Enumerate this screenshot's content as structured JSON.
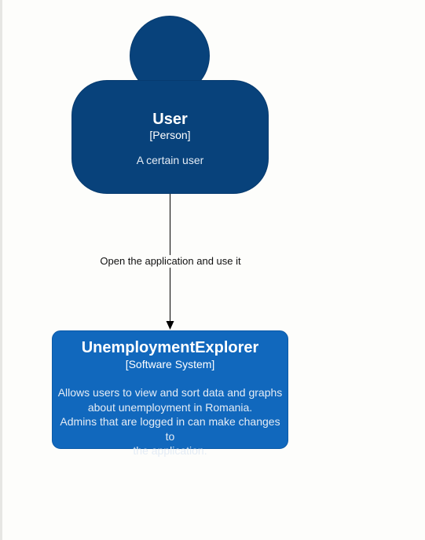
{
  "diagram": {
    "person": {
      "name": "User",
      "type": "[Person]",
      "description": "A certain user"
    },
    "relationship": {
      "label": "Open the application and use it"
    },
    "system": {
      "name": "UnemploymentExplorer",
      "type": "[Software System]",
      "description_lines": [
        "Allows users to view and sort data and graphs",
        "about unemployment in Romania.",
        "Admins that are logged in can make changes to",
        "the application."
      ]
    },
    "colors": {
      "person": "#08427b",
      "system": "#1168bd",
      "edge": "#000000",
      "background": "#fdfdfb"
    }
  }
}
